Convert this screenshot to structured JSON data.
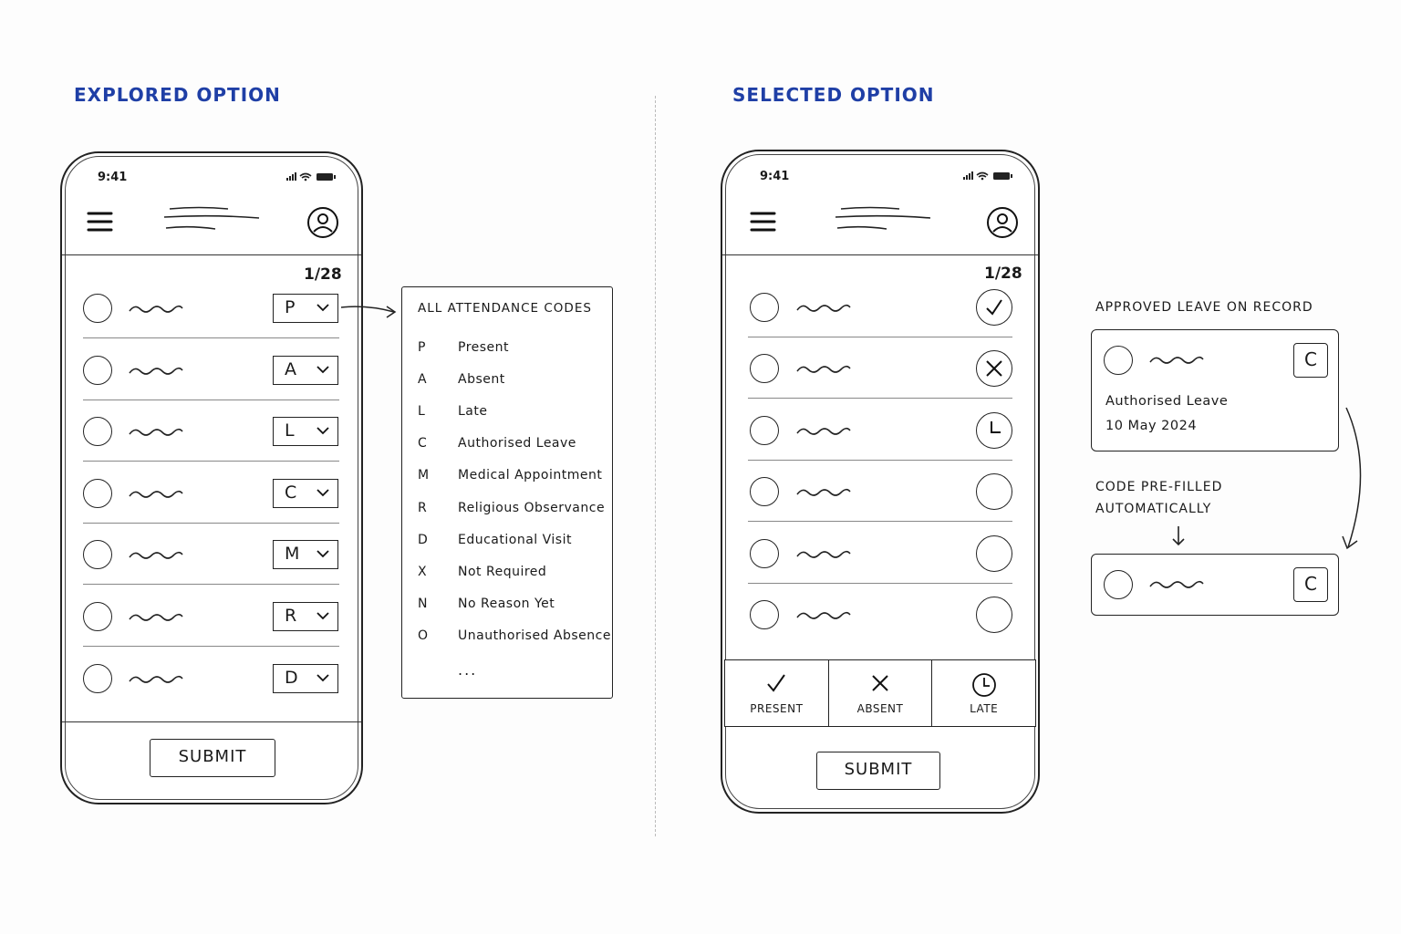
{
  "headings": {
    "explored": "EXPLORED OPTION",
    "selected": "SELECTED OPTION"
  },
  "phone": {
    "time": "9:41",
    "counter": "1/28",
    "submit_label": "SUBMIT"
  },
  "explored": {
    "codes": [
      "P",
      "A",
      "L",
      "C",
      "M",
      "R",
      "D"
    ]
  },
  "codes_menu": {
    "title": "ALL ATTENDANCE CODES",
    "items": [
      {
        "code": "P",
        "label": "Present"
      },
      {
        "code": "A",
        "label": "Absent"
      },
      {
        "code": "L",
        "label": "Late"
      },
      {
        "code": "C",
        "label": "Authorised Leave"
      },
      {
        "code": "M",
        "label": "Medical Appointment"
      },
      {
        "code": "R",
        "label": "Religious Observance"
      },
      {
        "code": "D",
        "label": "Educational Visit"
      },
      {
        "code": "X",
        "label": "Not Required"
      },
      {
        "code": "N",
        "label": "No Reason Yet"
      },
      {
        "code": "O",
        "label": "Unauthorised Absence"
      }
    ],
    "more": "..."
  },
  "selected": {
    "marks": [
      "check-icon",
      "cross-icon",
      "clock-icon",
      "",
      "",
      ""
    ],
    "actions": [
      {
        "label": "PRESENT",
        "icon": "check-icon"
      },
      {
        "label": "ABSENT",
        "icon": "cross-icon"
      },
      {
        "label": "LATE",
        "icon": "clock-icon"
      }
    ]
  },
  "annotation": {
    "record_title": "APPROVED LEAVE ON RECORD",
    "record_code": "C",
    "record_leave": "Authorised Leave",
    "record_date": "10 May 2024",
    "prefill_line1": "CODE PRE-FILLED",
    "prefill_line2": "AUTOMATICALLY",
    "prefill_code": "C"
  },
  "colors": {
    "heading": "#1f3fa6",
    "ink": "#1a1a1a"
  }
}
